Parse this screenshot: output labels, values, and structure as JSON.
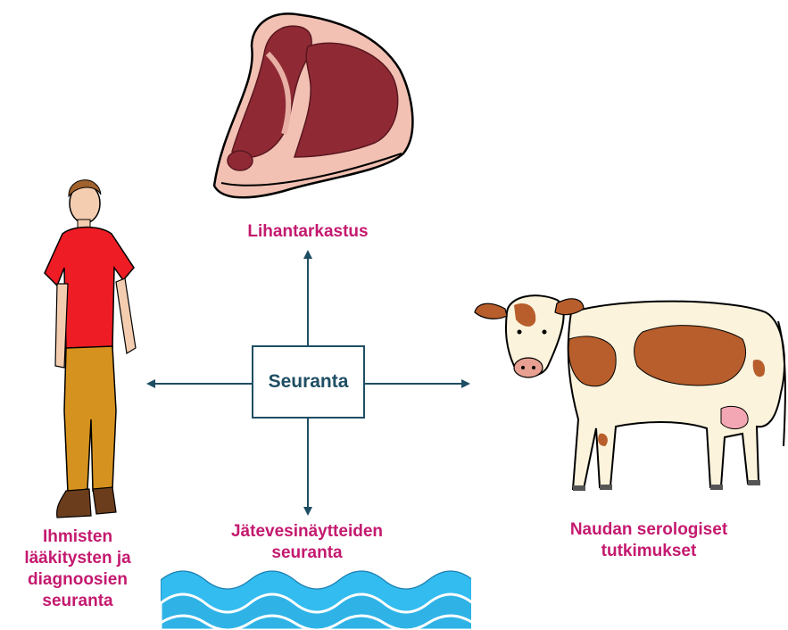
{
  "center": {
    "label": "Seuranta"
  },
  "targets": {
    "meat": {
      "lines": [
        "Lihantarkastus"
      ],
      "illustration": "t-bone-steak"
    },
    "human": {
      "lines": [
        "Ihmisten",
        "lääkitysten ja",
        "diagnoosien",
        "seuranta"
      ],
      "illustration": "standing-man"
    },
    "cow": {
      "lines": [
        "Naudan serologiset",
        "tutkimukset"
      ],
      "illustration": "dairy-cow"
    },
    "water": {
      "lines": [
        "Jätevesinäytteiden",
        "seuranta"
      ],
      "illustration": "waves"
    }
  },
  "colors": {
    "label": "#c4196f",
    "connector": "#1e4e63",
    "wave": "#33bcef",
    "shirt": "#ee1c24",
    "trousers": "#d6921e",
    "meat": "#8f2a35",
    "cow_spot": "#b75e2c"
  }
}
